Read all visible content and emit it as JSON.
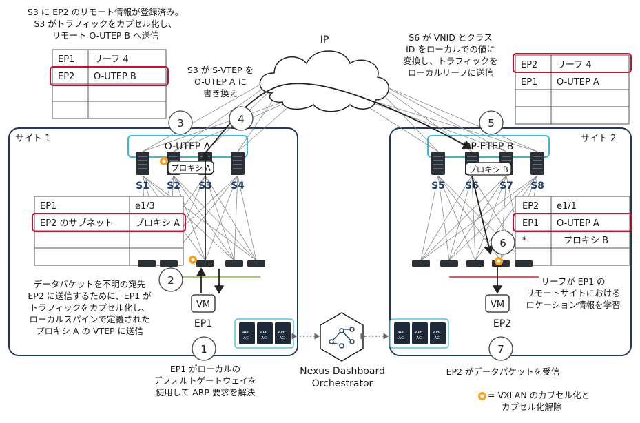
{
  "cloud_label": "IP",
  "site1": {
    "title": "サイト 1",
    "anycast": "O-UTEP A",
    "proxy": "プロキシ A",
    "spines": [
      "S1",
      "S2",
      "S3",
      "S4"
    ],
    "endpoint": "EP1",
    "vm": "VM"
  },
  "site2": {
    "title": "サイト 2",
    "anycast": "DP-ETEP B",
    "proxy": "プロキシ B",
    "spines": [
      "S5",
      "S6",
      "S7",
      "S8"
    ],
    "endpoint": "EP2",
    "vm": "VM"
  },
  "tables": {
    "s3": [
      [
        "EP1",
        "リーフ 4"
      ],
      [
        "EP2",
        "O-UTEP B"
      ],
      [
        "",
        ""
      ],
      [
        "",
        ""
      ]
    ],
    "leaf1": [
      [
        "EP1",
        "e1/3"
      ],
      [
        "EP2 のサブネット",
        "プロキシ A"
      ],
      [
        "",
        ""
      ],
      [
        "",
        ""
      ]
    ],
    "s6": [
      [
        "EP2",
        "リーフ 4"
      ],
      [
        "EP1",
        "O-UTEP A"
      ],
      [
        "",
        ""
      ],
      [
        "",
        ""
      ]
    ],
    "leaf4": [
      [
        "EP2",
        "e1/1"
      ],
      [
        "EP1",
        "O-UTEP A"
      ],
      [
        "*",
        "プロキシ B"
      ],
      [
        "",
        ""
      ]
    ]
  },
  "steps": [
    "1",
    "2",
    "3",
    "4",
    "5",
    "6",
    "7"
  ],
  "notes": {
    "top_left": [
      "S3 に EP2 のリモート情報が登録済み。",
      "S3 がトラフィックをカプセル化し、",
      "リモート O-UTEP B へ送信"
    ],
    "step4": [
      "S3 が S-VTEP を",
      "O-UTEP A に",
      "書き換え"
    ],
    "top_right": [
      "S6 が VNID とクラス",
      "ID をローカルでの値に",
      "変換し、トラフィックを",
      "ローカルリーフに送信"
    ],
    "step2": [
      "データパケットを不明の宛先",
      "EP2 に送信するために、EP1 が",
      "トラフィックをカプセル化し、",
      "ローカルスパインで定義された",
      "プロキシ A の VTEP に送信"
    ],
    "step6": [
      "リーフが EP1 の",
      "リモートサイトにおける",
      "ロケーション情報を学習"
    ],
    "step1": [
      "EP1 がローカルの",
      "デフォルトゲートウェイを",
      "使用して ARP 要求を解決"
    ],
    "step7": "EP2 がデータパケットを受信",
    "legend": [
      "= VXLAN のカプセル化と",
      "カプセル化解除"
    ]
  },
  "orchestrator": [
    "Nexus Dashboard",
    "Orchestrator"
  ],
  "apic_label": [
    "APIC",
    "ACI"
  ],
  "colors": {
    "site_border": "#1f3a5f",
    "anycast_border": "#3bb8d6",
    "highlight": "#c8102e",
    "spine_label": "#1e3d6b",
    "gear": "#f5a623",
    "green": "#7bc043",
    "red": "#e02020"
  }
}
